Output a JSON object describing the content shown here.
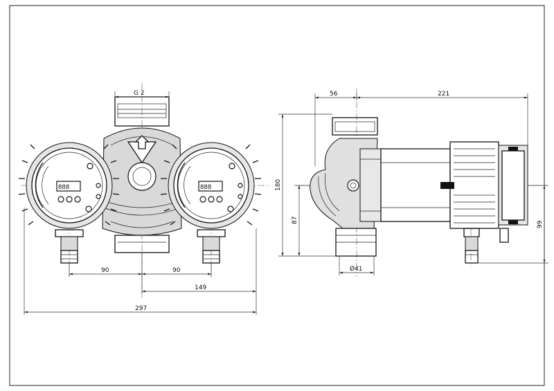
{
  "dimensions": {
    "thread": "G 2",
    "pitch_left": "90",
    "pitch_right": "90",
    "offset_149": "149",
    "overall_width": "297",
    "depth_inlet": "56",
    "depth_motor": "221",
    "height_total": "180",
    "height_axis": "87",
    "height_motor": "99",
    "diameter": "Ø41"
  }
}
